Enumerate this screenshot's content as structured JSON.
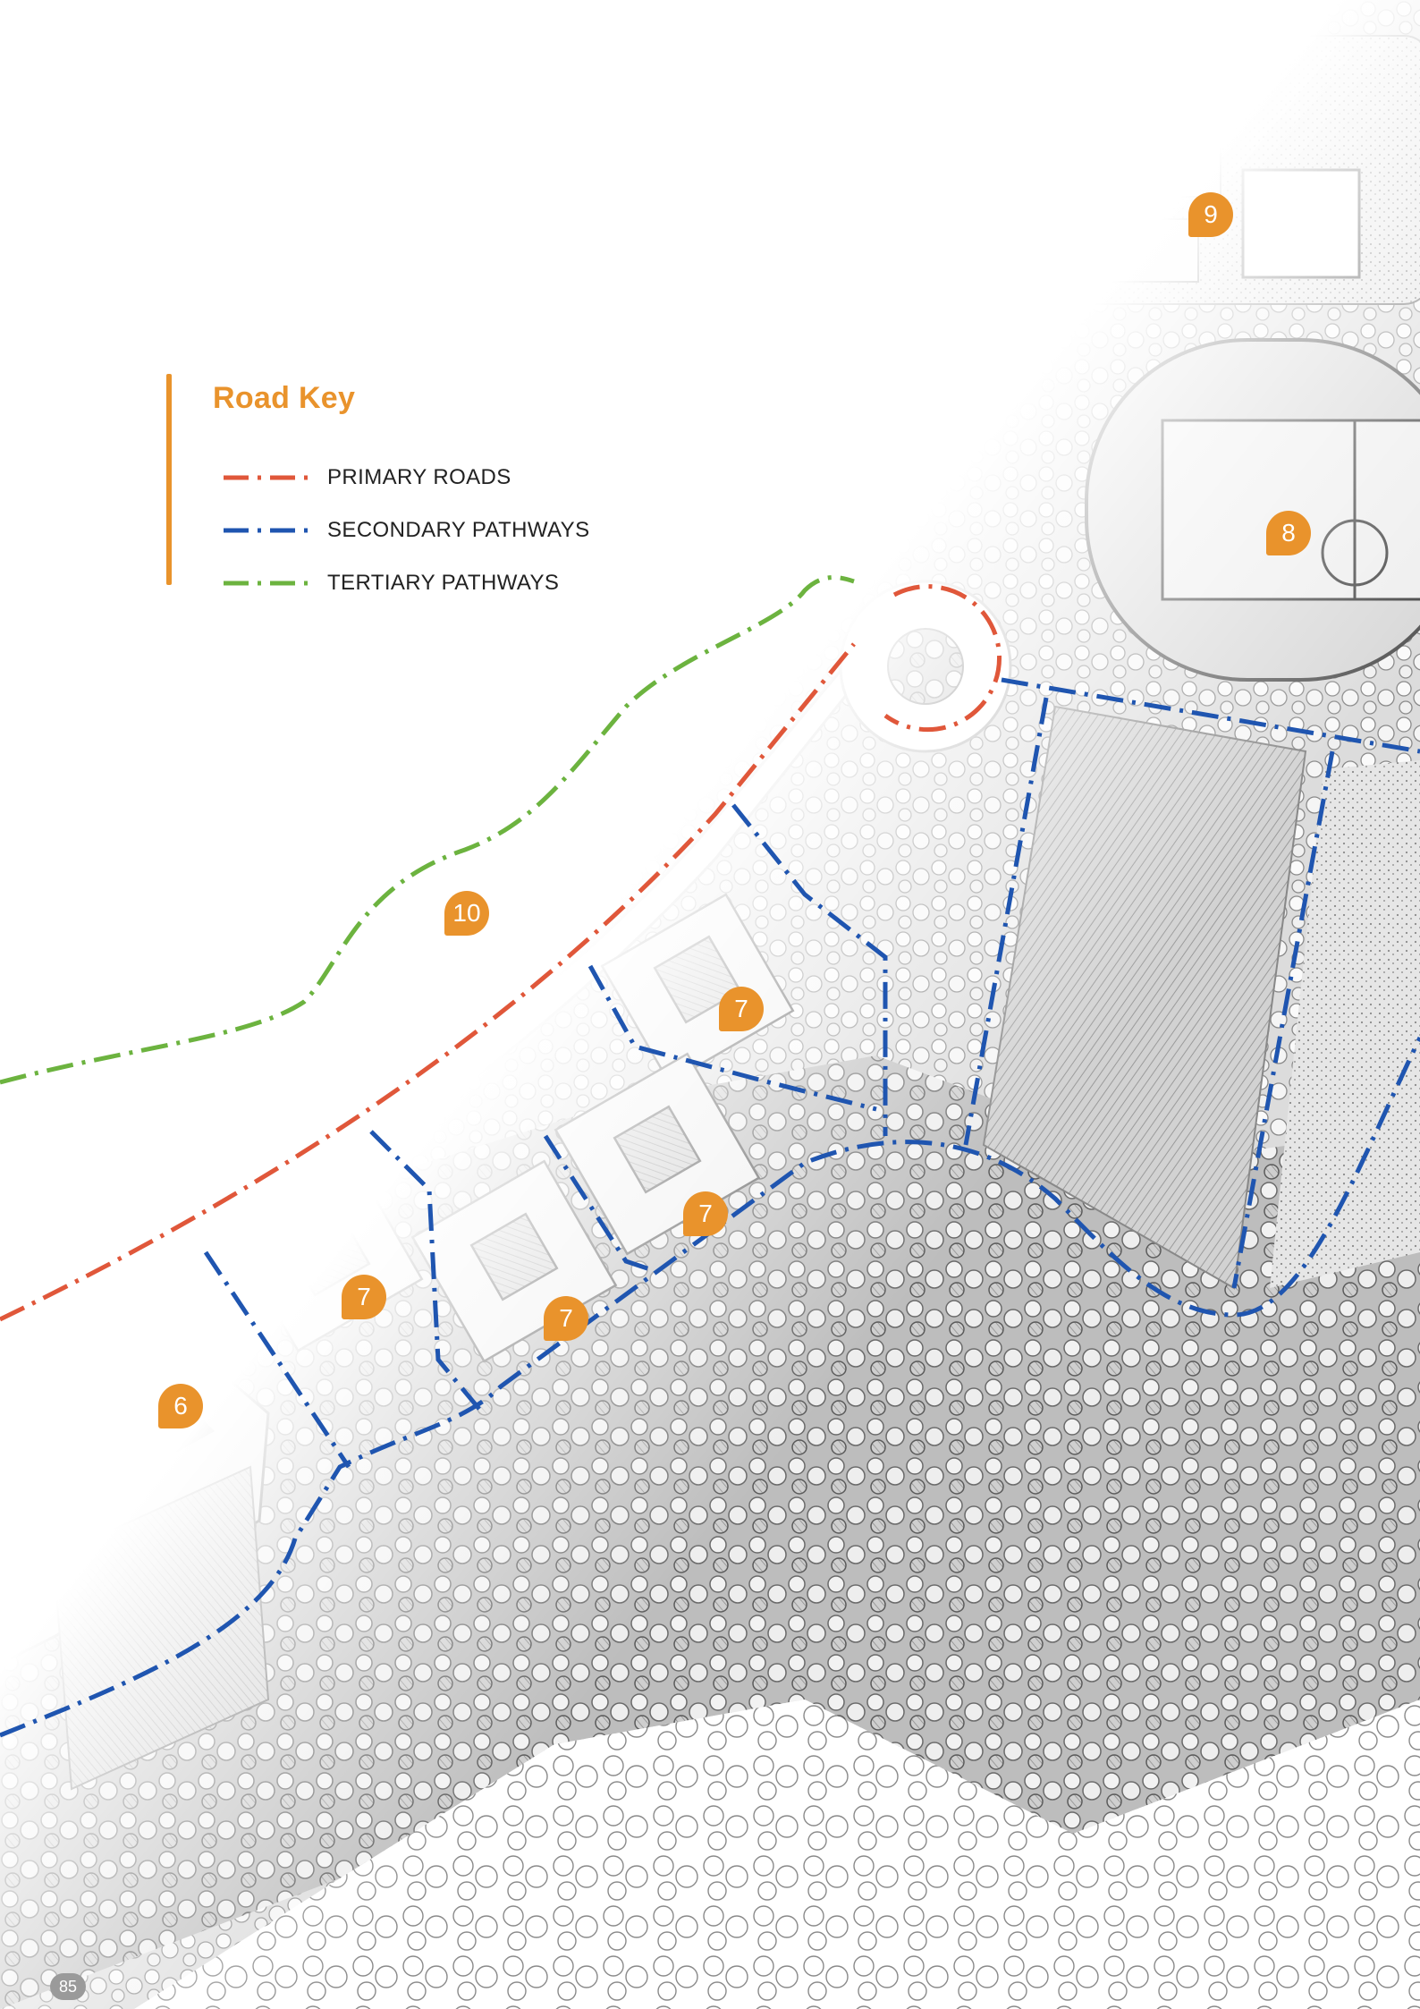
{
  "legend": {
    "title": "Road Key",
    "items": [
      {
        "label": "PRIMARY ROADS",
        "color": "#E0573A",
        "icon": "dash-dot-line"
      },
      {
        "label": "SECONDARY PATHWAYS",
        "color": "#1F55B0",
        "icon": "dash-dot-line"
      },
      {
        "label": "TERTIARY PATHWAYS",
        "color": "#6CB33F",
        "icon": "dash-dot-line"
      }
    ]
  },
  "markers": [
    {
      "id": "marker-9",
      "label": "9"
    },
    {
      "id": "marker-8",
      "label": "8"
    },
    {
      "id": "marker-10",
      "label": "10"
    },
    {
      "id": "marker-7a",
      "label": "7"
    },
    {
      "id": "marker-7b",
      "label": "7"
    },
    {
      "id": "marker-7c",
      "label": "7"
    },
    {
      "id": "marker-7d",
      "label": "7"
    },
    {
      "id": "marker-6",
      "label": "6"
    }
  ],
  "page_number": "85",
  "colors": {
    "accent": "#E9932C",
    "primary": "#E0573A",
    "secondary": "#1F55B0",
    "tertiary": "#6CB33F"
  }
}
